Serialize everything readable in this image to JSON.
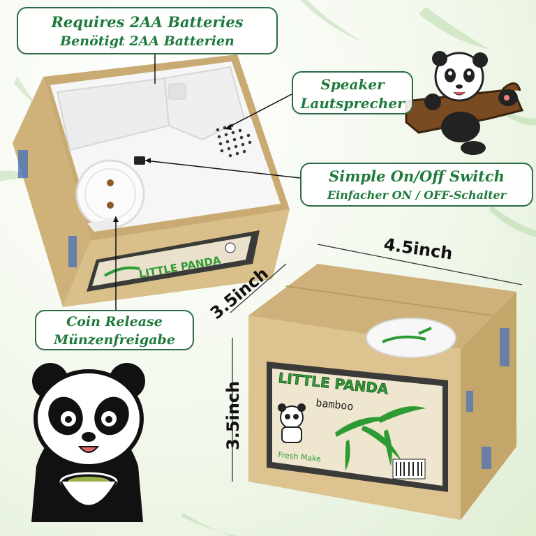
{
  "callouts": {
    "batteries": {
      "line1": "Requires  2AA Batteries",
      "line2": "Benötigt 2AA Batterien"
    },
    "speaker": {
      "line1": "Speaker",
      "line2": "Lautsprecher"
    },
    "switch": {
      "line1": "Simple On/Off Switch",
      "line2": "Einfacher ON / OFF-Schalter"
    },
    "coin": {
      "line1": "Coin Release",
      "line2": "Münzenfreigabe"
    }
  },
  "dimensions": {
    "width": "4.5inch",
    "depth": "3.5inch",
    "height": "3.5inch"
  },
  "product_label": {
    "brand": "LITTLE PANDA",
    "sub": "bamboo",
    "tag": "Fresh Make"
  },
  "colors": {
    "box": "#d9bf8a",
    "box_dark": "#c4a56a",
    "label_dark": "#3a3a38",
    "accent_green": "#2e9a33",
    "callout_text": "#1f7a3c",
    "callout_border": "#2c6b46"
  }
}
